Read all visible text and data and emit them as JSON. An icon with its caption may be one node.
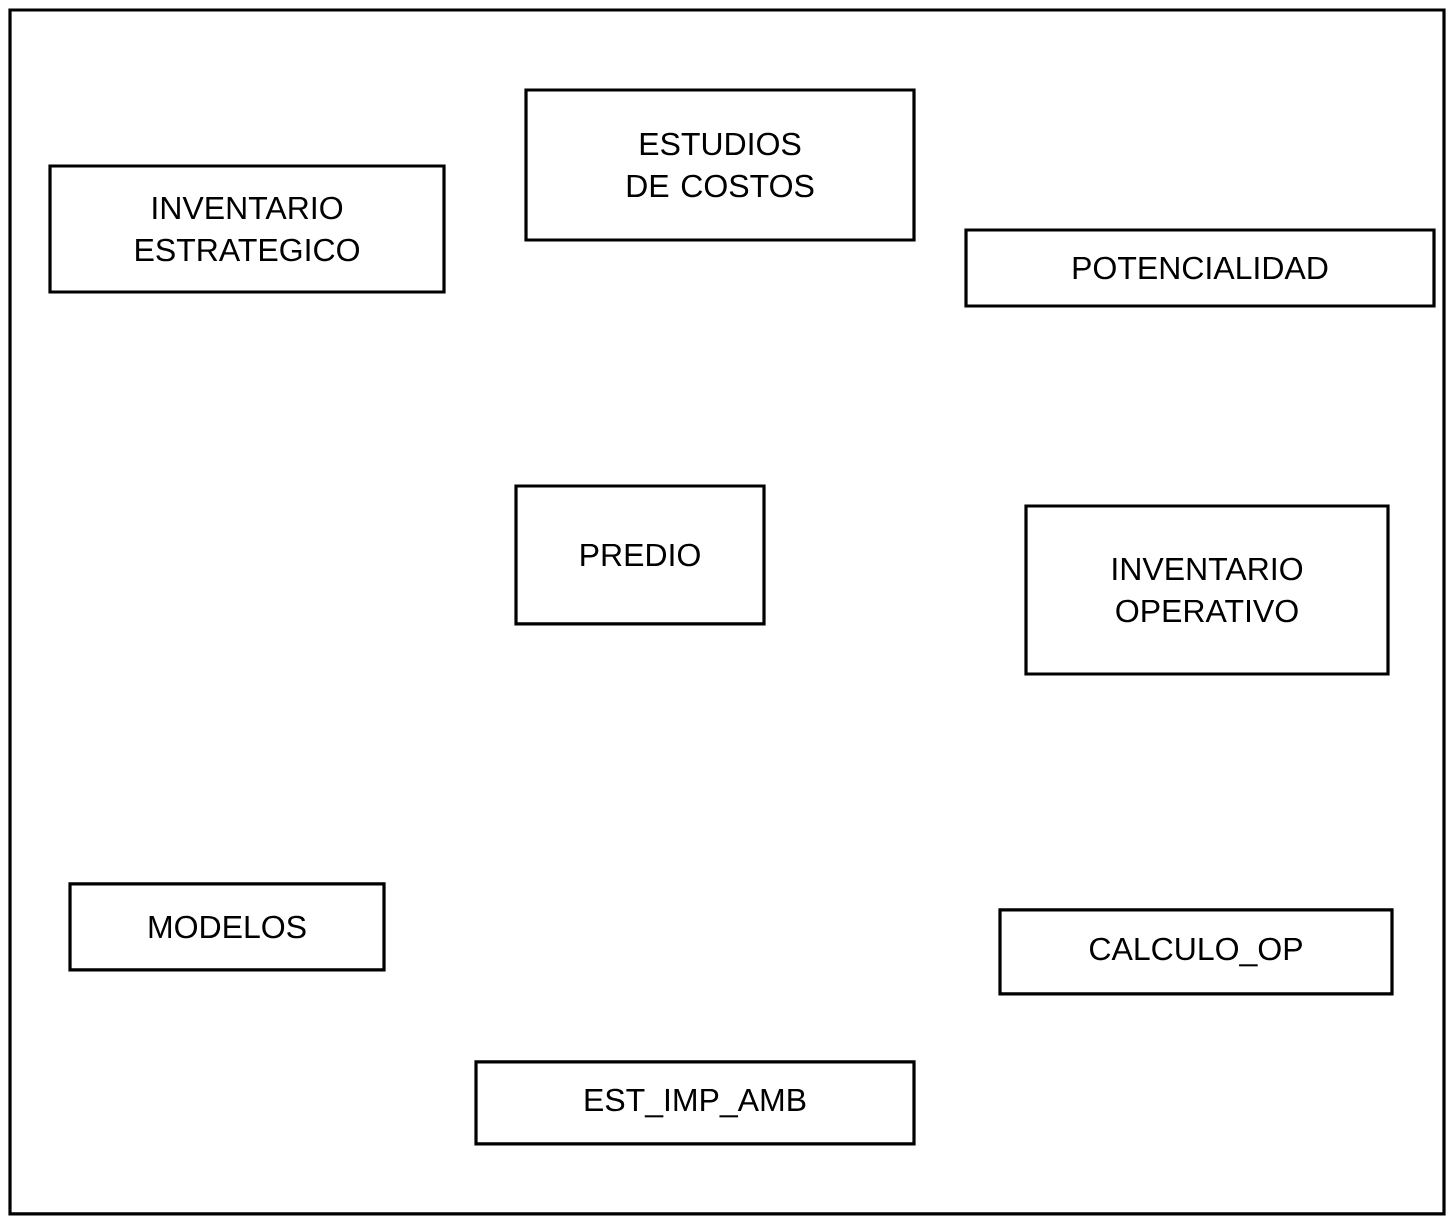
{
  "diagram": {
    "nodes": [
      {
        "text": [
          "ESTUDIOS DE COSTOS"
        ]
      },
      {
        "text": [
          "INVENTARIO ESTRATEGICO"
        ]
      },
      {
        "text": [
          "POTENCIALIDAD"
        ]
      },
      {
        "text": [
          "PREDIO"
        ]
      },
      {
        "text": [
          "INVENTARIO OPERATIVO"
        ]
      },
      {
        "text": [
          "MODELOS"
        ]
      },
      {
        "text": [
          "CALCULO_OP"
        ]
      },
      {
        "text": [
          "EST_IMP_AMB"
        ]
      }
    ]
  }
}
